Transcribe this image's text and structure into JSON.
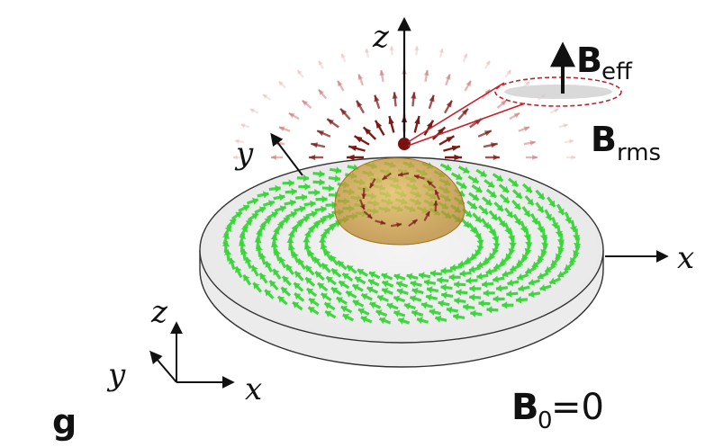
{
  "figure": {
    "panel_label": "g",
    "main_axes": {
      "x": "x",
      "y": "y",
      "z": "z"
    },
    "small_axes": {
      "x": "x",
      "y": "y",
      "z": "z"
    },
    "b_eff": {
      "symbol": "B",
      "subscript": "eff"
    },
    "b_rms": {
      "symbol": "B",
      "subscript": "rms"
    },
    "b0": {
      "symbol": "B",
      "subscript": "0",
      "equals": "=0"
    }
  },
  "colors": {
    "disk_vectors": "#39d639",
    "dome": "#d8a84a",
    "field_arrows": "#7a1a16",
    "callout": "#c8202a",
    "axes": "#111111"
  },
  "icons": [
    "arrow-icon"
  ]
}
